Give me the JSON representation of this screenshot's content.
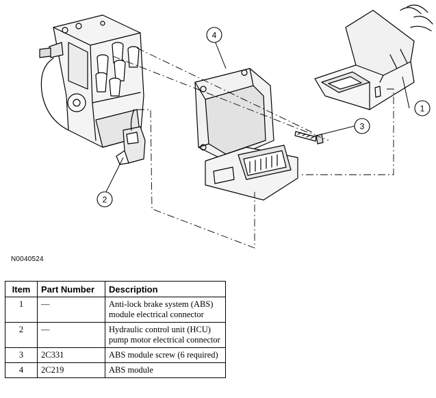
{
  "figure_id": "N0040524",
  "callouts": [
    "1",
    "2",
    "3",
    "4"
  ],
  "table": {
    "headers": [
      "Item",
      "Part Number",
      "Description"
    ],
    "rows": [
      {
        "item": "1",
        "part_number": "—",
        "description": "Anti-lock brake system (ABS) module electrical connector"
      },
      {
        "item": "2",
        "part_number": "—",
        "description": "Hydraulic control unit (HCU) pump motor electrical connector"
      },
      {
        "item": "3",
        "part_number": "2C331",
        "description": "ABS module screw (6 required)"
      },
      {
        "item": "4",
        "part_number": "2C219",
        "description": "ABS module"
      }
    ]
  }
}
